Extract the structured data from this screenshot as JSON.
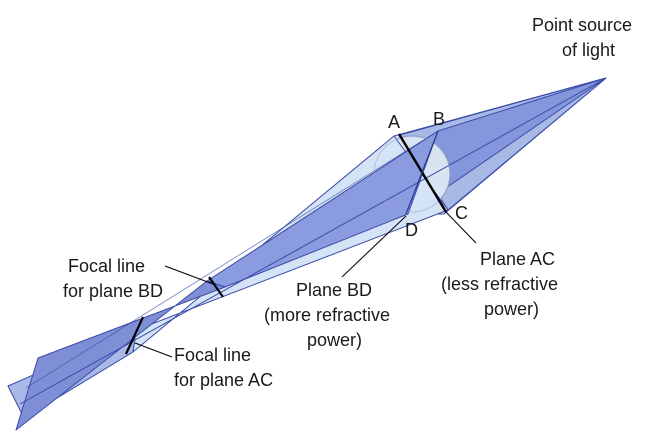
{
  "labels": {
    "source_line1": "Point source",
    "source_line2": "of light",
    "point_a": "A",
    "point_b": "B",
    "point_c": "C",
    "point_d": "D",
    "plane_ac_line1": "Plane AC",
    "plane_ac_line2": "(less refractive",
    "plane_ac_line3": "power)",
    "plane_bd_line1": "Plane BD",
    "plane_bd_line2": "(more refractive",
    "plane_bd_line3": "power)",
    "focal_bd_line1": "Focal line",
    "focal_bd_line2": "for plane BD",
    "focal_ac_line1": "Focal line",
    "focal_ac_line2": "for plane AC"
  },
  "colors": {
    "beam_light": "#d4e3f5",
    "beam_mid": "#a9b9e6",
    "beam_dark": "#7e8fd6",
    "edge": "#3b4aa8",
    "lens": "#d8e4f2",
    "line": "#000000"
  }
}
